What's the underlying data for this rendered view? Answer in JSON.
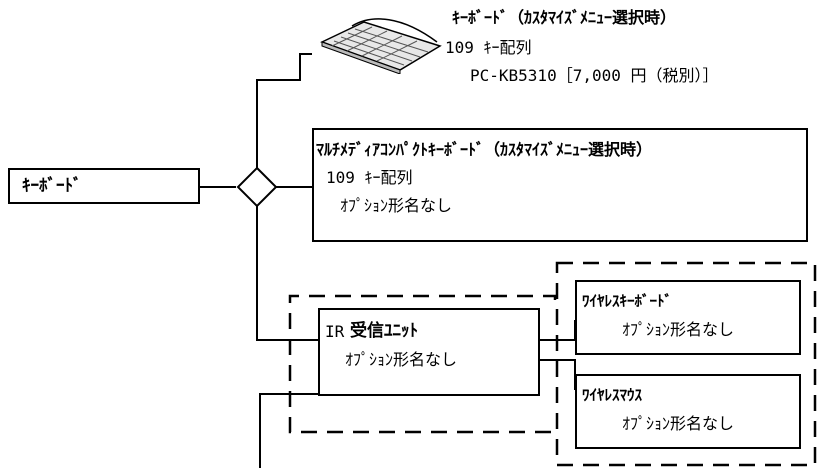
{
  "root": {
    "label": "ｷｰﾎﾞｰﾄﾞ"
  },
  "options": [
    {
      "title": "ｷｰﾎﾞｰﾄﾞ（ｶｽﾀﾏｲｽﾞﾒﾆｭｰ選択時）",
      "line1": "109 ｷｰ配列",
      "line2": "PC-KB5310［7,000 円（税別）］"
    },
    {
      "title": "ﾏﾙﾁﾒﾃﾞｨｱｺﾝﾊﾟｸﾄｷｰﾎﾞｰﾄﾞ（ｶｽﾀﾏｲｽﾞﾒﾆｭｰ選択時）",
      "line1": "109 ｷｰ配列",
      "line2": "ｵﾌﾟｼｮﾝ形名なし"
    }
  ],
  "ir_unit": {
    "prefix": "IR",
    "title": "受信ﾕﾆｯﾄ",
    "line1": "ｵﾌﾟｼｮﾝ形名なし"
  },
  "wireless": [
    {
      "title": "ﾜｲﾔﾚｽｷｰﾎﾞｰﾄﾞ",
      "line1": "ｵﾌﾟｼｮﾝ形名なし"
    },
    {
      "title": "ﾜｲﾔﾚｽﾏｳｽ",
      "line1": "ｵﾌﾟｼｮﾝ形名なし"
    }
  ]
}
